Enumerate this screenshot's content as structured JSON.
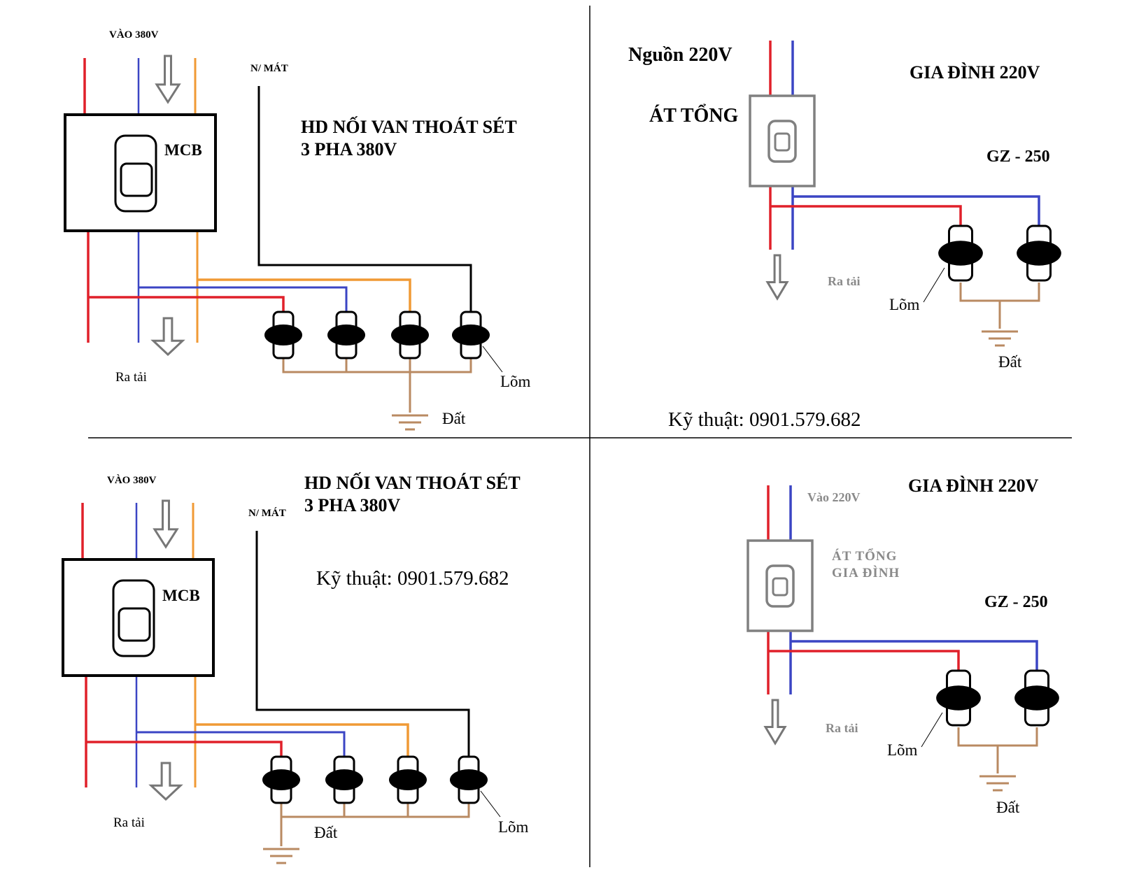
{
  "colors": {
    "phase_red": "#e0202a",
    "phase_blue": "#3b45c4",
    "phase_orange": "#f09a35",
    "neutral_black": "#000000",
    "ground_brown": "#b98a62",
    "breaker_grey": "#808080",
    "divider": "#000000"
  },
  "panel_tl": {
    "input_label": "VÀO 380V",
    "neutral_label": "N/ MÁT",
    "title_line1": "HD NỐI VAN THOÁT SÉT",
    "title_line2": "3 PHA 380V",
    "breaker_label": "MCB",
    "output_label": "Ra tải",
    "recess_label": "Lõm",
    "ground_label": "Đất"
  },
  "panel_tr": {
    "source_label": "Nguồn 220V",
    "breaker_label": "ÁT TỔNG",
    "title": "GIA ĐÌNH 220V",
    "model": "GZ - 250",
    "output_label": "Ra tải",
    "recess_label": "Lõm",
    "ground_label": "Đất",
    "tech_contact": "Kỹ thuật: 0901.579.682"
  },
  "panel_bl": {
    "input_label": "VÀO 380V",
    "neutral_label": "N/ MÁT",
    "title_line1": "HD NỐI VAN THOÁT SÉT",
    "title_line2": "3 PHA 380V",
    "tech_contact": "Kỹ thuật: 0901.579.682",
    "breaker_label": "MCB",
    "output_label": "Ra tải",
    "ground_label": "Đất",
    "recess_label": "Lõm"
  },
  "panel_br": {
    "input_label": "Vào 220V",
    "breaker_label_line1": "ÁT TỔNG",
    "breaker_label_line2": "GIA ĐÌNH",
    "title": "GIA ĐÌNH 220V",
    "model": "GZ - 250",
    "output_label": "Ra tải",
    "recess_label": "Lõm",
    "ground_label": "Đất"
  }
}
